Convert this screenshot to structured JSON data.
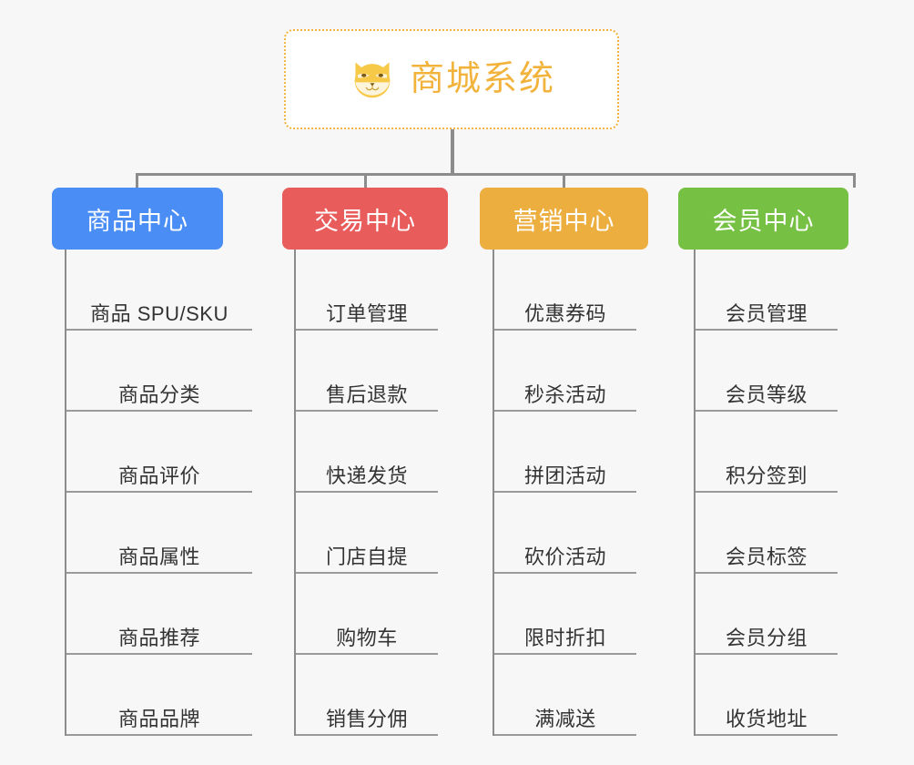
{
  "background_color": "#f7f7f7",
  "root": {
    "title": "商城系统",
    "icon": "shiba-dog-icon",
    "accent_color": "#f2b33d",
    "border_style": "dotted"
  },
  "connector_color": "#8c8c8c",
  "columns": [
    {
      "id": "product-center",
      "label": "商品中心",
      "color": "#4a8ef5",
      "items": [
        "商品 SPU/SKU",
        "商品分类",
        "商品评价",
        "商品属性",
        "商品推荐",
        "商品品牌"
      ]
    },
    {
      "id": "trade-center",
      "label": "交易中心",
      "color": "#e85c5c",
      "items": [
        "订单管理",
        "售后退款",
        "快递发货",
        "门店自提",
        "购物车",
        "销售分佣"
      ]
    },
    {
      "id": "marketing-center",
      "label": "营销中心",
      "color": "#edae40",
      "items": [
        "优惠券码",
        "秒杀活动",
        "拼团活动",
        "砍价活动",
        "限时折扣",
        "满减送"
      ]
    },
    {
      "id": "member-center",
      "label": "会员中心",
      "color": "#76c043",
      "items": [
        "会员管理",
        "会员等级",
        "积分签到",
        "会员标签",
        "会员分组",
        "收货地址"
      ]
    }
  ]
}
